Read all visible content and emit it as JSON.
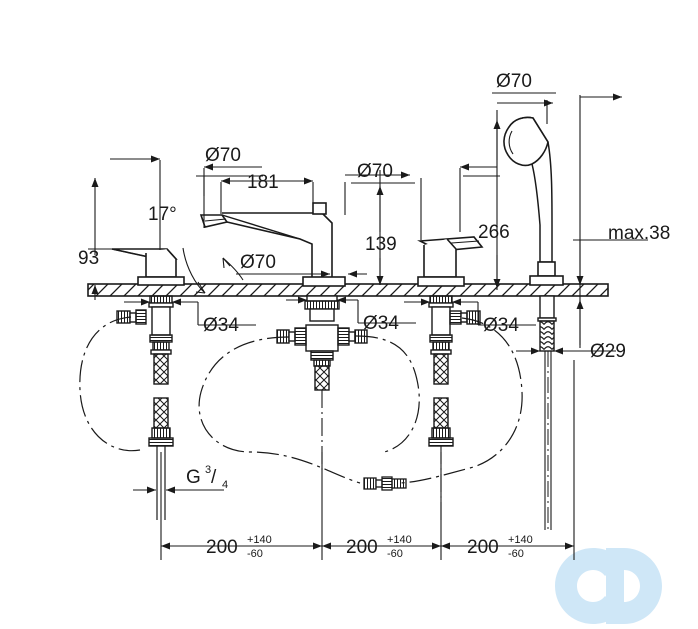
{
  "drawing": {
    "type": "technical-dimension-drawing",
    "subject": "4-hole deck-mounted bath tub mixer with hand shower",
    "background_color": "#ffffff",
    "line_color": "#1a1a1a"
  },
  "dimensions": {
    "spout_height_label": "93",
    "spout_reach_label": "181",
    "spout_angle_label": "17°",
    "handle_height_label": "139",
    "shower_height_label": "266",
    "deck_thickness_label": "max.38",
    "hose_thread_label_main": "G",
    "hose_thread_num": "3",
    "hose_thread_den": "4",
    "hole_dia_1": "Ø70",
    "hole_dia_2": "Ø70",
    "hole_dia_3": "Ø70",
    "hole_dia_4": "Ø70",
    "shank_dia_1": "Ø34",
    "shank_dia_2": "Ø34",
    "shank_dia_3": "Ø34",
    "shower_shank_dia": "Ø29",
    "spacing": [
      {
        "nominal": "200",
        "plus": "+140",
        "minus": "-60"
      },
      {
        "nominal": "200",
        "plus": "+140",
        "minus": "-60"
      },
      {
        "nominal": "200",
        "plus": "+140",
        "minus": "-60"
      }
    ]
  },
  "watermark": {
    "label": "cd-logo",
    "color": "#cfe7f7"
  },
  "chart_data": {
    "type": "table",
    "title": "Bath mixer installation dimensions (mm)",
    "categories": [
      "93",
      "181",
      "17°",
      "139",
      "266",
      "max.38",
      "Ø70",
      "Ø34",
      "Ø29",
      "200 +140/-60",
      "G 3/4"
    ],
    "values": [
      93,
      181,
      17,
      139,
      266,
      38,
      70,
      34,
      29,
      200,
      0.75
    ]
  }
}
